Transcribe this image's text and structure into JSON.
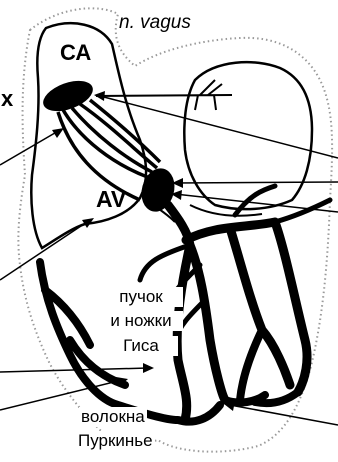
{
  "labels": {
    "vagus": "n. vagus",
    "sa_node": "СА",
    "x_marker": "x",
    "av_node": "AV",
    "his_line1": "пучок",
    "his_line2": "и ножки",
    "his_line3": "Гиса",
    "purkinje_line1": "волокна",
    "purkinje_line2": "Пуркинье"
  },
  "colors": {
    "ink": "#000000",
    "outline_dots": "#9a9a9a",
    "background": "#ffffff"
  }
}
